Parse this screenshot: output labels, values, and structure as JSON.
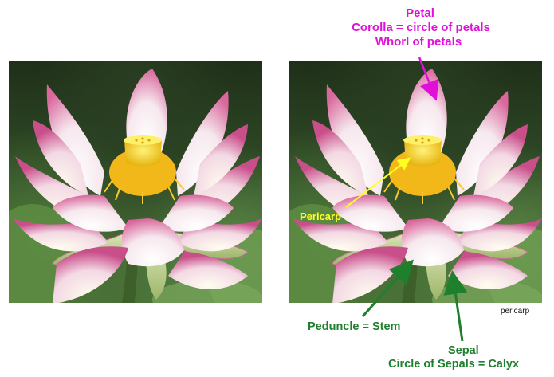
{
  "labels": {
    "petal": "Petal",
    "corolla": "Corolla = circle of petals",
    "whorl": "Whorl of petals",
    "pericarp": "Pericarp",
    "peduncle": "Peduncle = Stem",
    "sepal": "Sepal",
    "calyx": "Circle of Sepals = Calyx",
    "caption": "pericarp"
  },
  "colors": {
    "petal_label": "#e010d8",
    "stem_label": "#1e7f2c",
    "pericarp_label": "#ffff22"
  }
}
